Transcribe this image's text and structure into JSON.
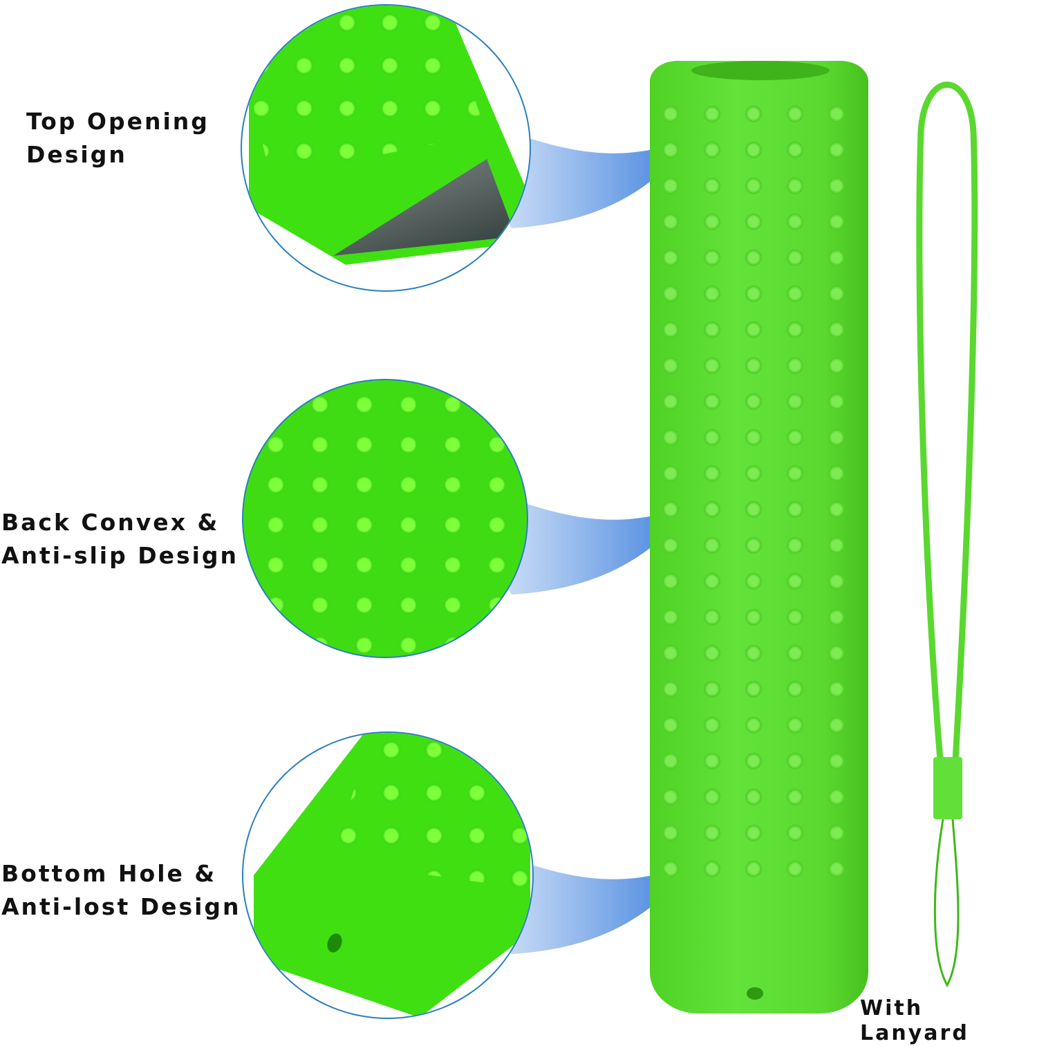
{
  "image": {
    "description": "Green silicone remote control cover with textured dots and a wrist lanyard, with three zoomed detail callouts",
    "colors": {
      "background": "#ffffff",
      "silicone_green": "#5ad82f",
      "bright_green": "#3ed816",
      "callout_border": "#2a7fc0",
      "beam_blue": "#3b82e0",
      "text": "#111111"
    }
  },
  "callouts": [
    {
      "line1": "Top Opening",
      "line2": "Design"
    },
    {
      "line1": "Back Convex &",
      "line2": "Anti-slip Design"
    },
    {
      "line1": "Bottom Hole &",
      "line2": "Anti-lost Design"
    }
  ],
  "lanyard_label": "With Lanyard"
}
